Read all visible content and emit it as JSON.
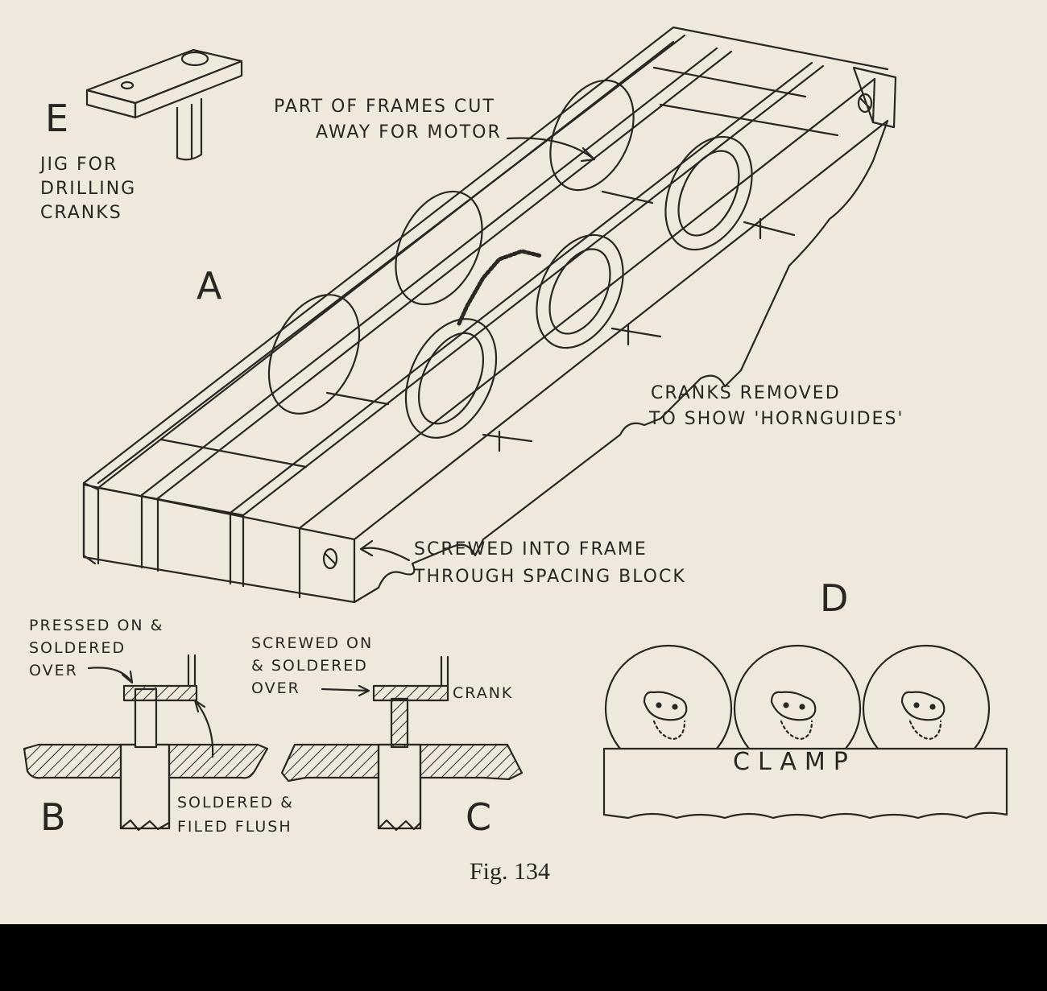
{
  "figure": {
    "caption": "Fig. 134"
  },
  "labels": {
    "e_letter": "E",
    "a_letter": "A",
    "b_letter": "B",
    "c_letter": "C",
    "d_letter": "D",
    "jig": [
      "JIG FOR",
      "DRILLING",
      "CRANKS"
    ],
    "frames_cut": [
      "PART OF FRAMES CUT",
      "AWAY FOR MOTOR"
    ],
    "cranks_removed": [
      "CRANKS REMOVED",
      "TO SHOW 'HORNGUIDES'"
    ],
    "screwed_into": [
      "SCREWED INTO FRAME",
      "THROUGH SPACING BLOCK"
    ],
    "pressed_on": [
      "PRESSED ON &",
      "SOLDERED",
      "OVER"
    ],
    "screwed_on": [
      "SCREWED ON",
      "& SOLDERED",
      "OVER"
    ],
    "crank": "CRANK",
    "soldered_flush": [
      "SOLDERED &",
      "FILED FLUSH"
    ],
    "clamp": "CLAMP"
  }
}
